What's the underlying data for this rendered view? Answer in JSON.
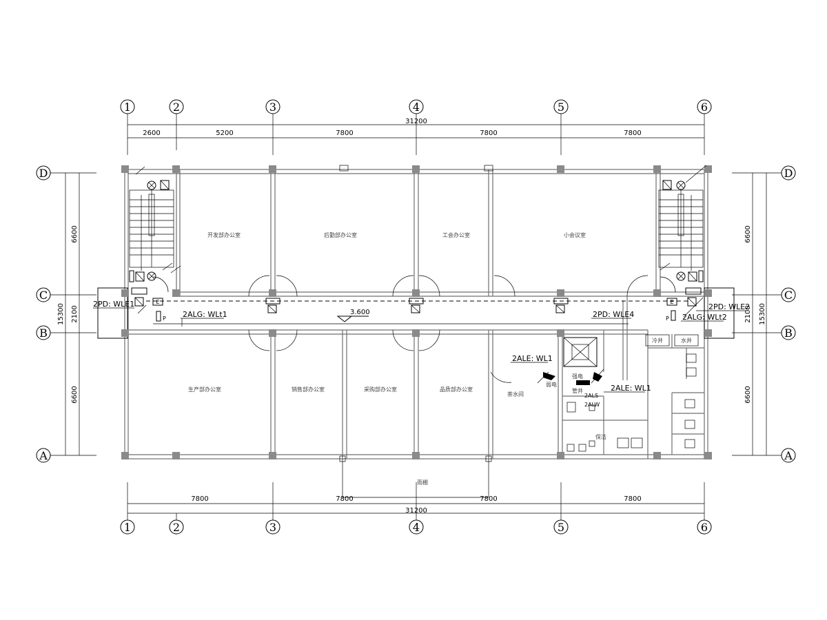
{
  "grid_axes": {
    "numbers": [
      "1",
      "2",
      "3",
      "4",
      "5",
      "6"
    ],
    "letters": [
      "D",
      "C",
      "B",
      "A"
    ]
  },
  "dimensions": {
    "top_overall": "31200",
    "top_bays": [
      "2600",
      "5200",
      "7800",
      "7800",
      "7800"
    ],
    "bottom_overall": "31200",
    "bottom_bays": [
      "7800",
      "7800",
      "7800",
      "7800"
    ],
    "left_side": [
      "6600",
      "2100",
      "6600"
    ],
    "left_overall": "15300",
    "right_side": [
      "6600",
      "2100",
      "6600"
    ],
    "right_overall": "15300"
  },
  "rooms": {
    "r1": "开发部办公室",
    "r2": "后勤部办公室",
    "r3": "工会办公室",
    "r4": "小会议室",
    "r5": "生产部办公室",
    "r6": "销售部办公室",
    "r7": "采购部办公室",
    "r8": "品质部办公室",
    "r9": "茶水间",
    "corridor_elev": "3.600",
    "canopy": "雨棚",
    "cold_shaft": "冷井",
    "water_shaft": "水井",
    "weak_elec": "弱电",
    "strong_elec": "强电",
    "shaft": "管井",
    "cleaning": "保洁"
  },
  "circuit_labels": {
    "pd_wle1": "2PD: WLE1",
    "pd_wle2": "2PD: WLE2",
    "alg_wlt1": "2ALG: WLt1",
    "alg_wlt2": "2ALG: WLt2",
    "pd_wle4": "2PD: WLE4",
    "ale_wl1_left": "2ALE: WL1",
    "ale_wl1_right": "2ALE: WL1",
    "als": "2ALS",
    "alw": "2ALW"
  },
  "symbols": {
    "p_left": "P",
    "p_right": "P",
    "e_left": "E",
    "e_right": "E"
  }
}
